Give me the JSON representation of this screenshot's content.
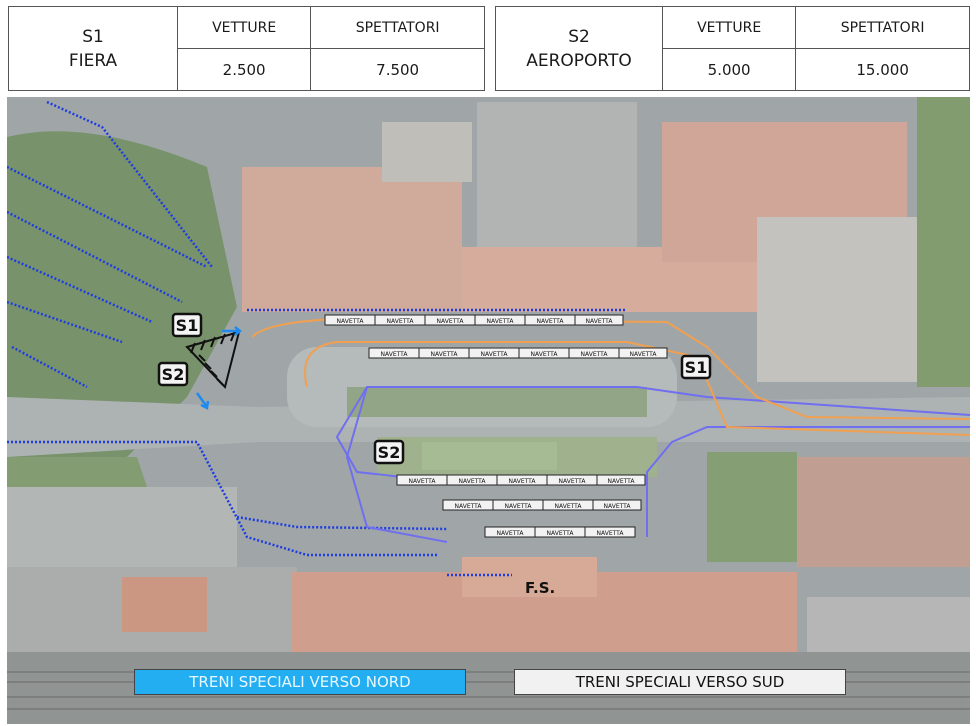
{
  "tables": {
    "s1": {
      "id": "S1",
      "name": "FIERA",
      "col1": "VETTURE",
      "col2": "SPETTATORI",
      "val1": "2.500",
      "val2": "7.500"
    },
    "s2": {
      "id": "S2",
      "name": "AEROPORTO",
      "col1": "VETTURE",
      "col2": "SPETTATORI",
      "val1": "5.000",
      "val2": "15.000"
    }
  },
  "map": {
    "labels": {
      "s1_left": "S1",
      "s2_left": "S2",
      "s1_right": "S1",
      "s2_mid": "S2",
      "station": "F.S."
    },
    "shuttle_label": "NAVETTA",
    "banners": {
      "north": "TRENI SPECIALI VERSO NORD",
      "south": "TRENI SPECIALI VERSO SUD"
    },
    "colors": {
      "route_blue": "#1e3de0",
      "route_violet": "#6f6ff0",
      "route_orange": "#f0a050",
      "north_banner": "#22aef0"
    }
  }
}
